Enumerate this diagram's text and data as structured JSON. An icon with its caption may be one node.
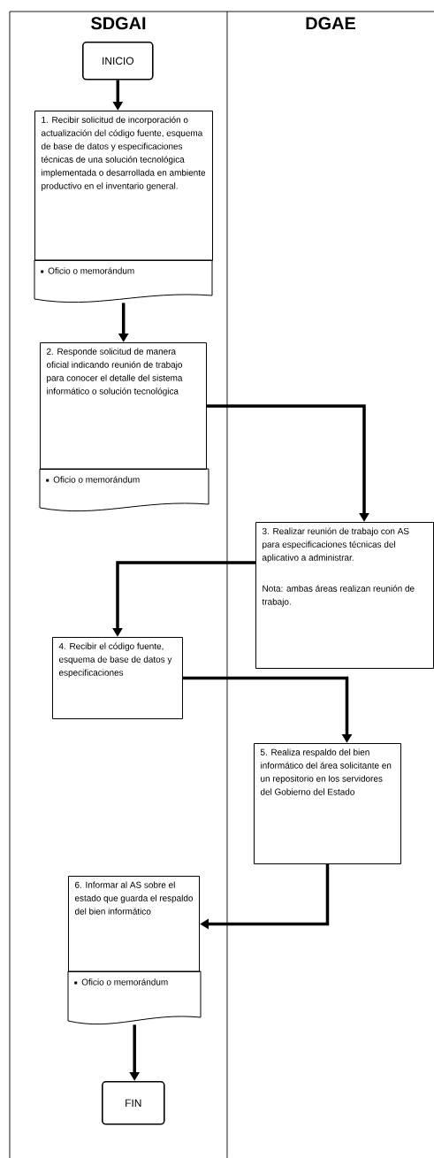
{
  "diagram": {
    "nodes": [
      {
        "text": [
          "SDGAI"
        ]
      },
      {
        "text": [
          "DGAE"
        ]
      },
      {
        "text": [
          "INICIO"
        ],
        "in": 0
      },
      {
        "text": [
          "1. Recibir solicitud de incorporación o actualización del código fuente, esquema de base de datos y especificaciones técnicas de una solución tecnológica implementada o desarrollada en ambiente productivo en el inventario general."
        ],
        "in": 0
      },
      {
        "text": [
          "Oficio o memorándum"
        ],
        "in": 0
      },
      {
        "text": [
          "2. Responde solicitud de manera oficial indicando reunión de trabajo para conocer el detalle del sistema informático o solución tecnológica"
        ],
        "in": 0
      },
      {
        "text": [
          "Oficio o memorándum"
        ],
        "in": 0
      },
      {
        "text": [
          "3. Realizar reunión de trabajo con AS para especificaciones técnicas del aplicativo a administrar.",
          "Nota: ambas áreas realizan reunión de trabajo."
        ],
        "in": 1
      },
      {
        "text": [
          "4. Recibir el código fuente, esquema de base de datos y especificaciones"
        ],
        "in": 0
      },
      {
        "text": [
          "5. Realiza respaldo del bien informático del área solicitante en un repositorio en los servidores del Gobierno del Estado"
        ],
        "in": 1
      },
      {
        "text": [
          "6. Informar al AS sobre el estado que guarda el respaldo del bien informático"
        ],
        "in": 0
      },
      {
        "text": [
          "Oficio o memorándum"
        ],
        "in": 0
      },
      {
        "text": [
          "FIN"
        ],
        "in": 0
      }
    ],
    "edges": [
      {
        "from": 2,
        "to": 3,
        "arrow": "to"
      },
      {
        "from": 4,
        "to": 5,
        "arrow": "to"
      },
      {
        "from": 5,
        "to": 7,
        "arrow": "to"
      },
      {
        "from": 7,
        "to": 8,
        "arrow": "to"
      },
      {
        "from": 8,
        "to": 9,
        "arrow": "to"
      },
      {
        "from": 9,
        "to": 10,
        "arrow": "to"
      },
      {
        "from": 11,
        "to": 12,
        "arrow": "to"
      }
    ]
  }
}
